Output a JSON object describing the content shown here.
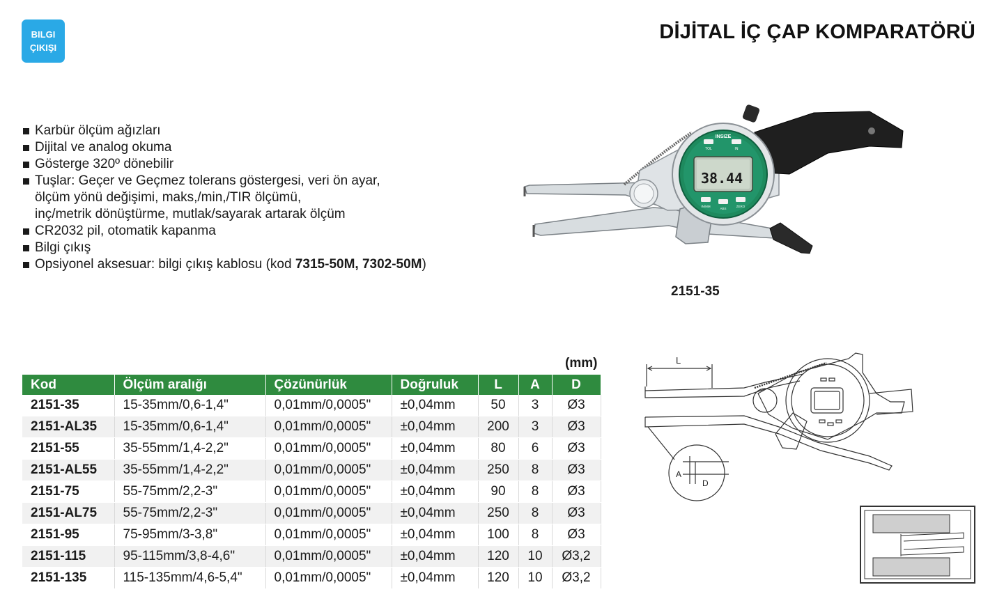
{
  "badge": {
    "line1": "BILGI",
    "line2": "ÇIKIŞI"
  },
  "title": "DİJİTAL İÇ ÇAP KOMPARATÖRÜ",
  "features": {
    "f1": "Karbür ölçüm ağızları",
    "f2": "Dijital ve analog okuma",
    "f3": "Gösterge 320º dönebilir",
    "f4a": "Tuşlar: Geçer ve Geçmez tolerans göstergesi, veri ön ayar,",
    "f4b": "ölçüm yönü değişimi, maks,/min,/TIR ölçümü,",
    "f4c": "inç/metrik dönüştürme, mutlak/sayarak artarak ölçüm",
    "f5": "CR2032 pil, otomatik kapanma",
    "f6": "Bilgi çıkış",
    "f7_prefix": "Opsiyonel aksesuar: bilgi çıkış kablosu (kod ",
    "f7_bold": "7315-50M, 7302-50M",
    "f7_suffix": ")"
  },
  "photo": {
    "caption": "2151-35",
    "display_reading": "38.44",
    "dial_brand": "INSIZE",
    "btn_tol": "TOL",
    "btn_in": "IN",
    "btn_inmm": "IN/MM",
    "btn_abs": "ABS",
    "btn_zero": "ZERO"
  },
  "table": {
    "unit": "(mm)",
    "headers": {
      "kod": "Kod",
      "range": "Ölçüm aralığı",
      "res": "Çözünürlük",
      "acc": "Doğruluk",
      "l": "L",
      "a": "A",
      "d": "D"
    },
    "rows": [
      {
        "kod": "2151-35",
        "range": "15-35mm/0,6-1,4\"",
        "res": "0,01mm/0,0005\"",
        "acc": "±0,04mm",
        "l": "50",
        "a": "3",
        "d": "Ø3"
      },
      {
        "kod": "2151-AL35",
        "range": "15-35mm/0,6-1,4\"",
        "res": "0,01mm/0,0005\"",
        "acc": "±0,04mm",
        "l": "200",
        "a": "3",
        "d": "Ø3"
      },
      {
        "kod": "2151-55",
        "range": "35-55mm/1,4-2,2\"",
        "res": "0,01mm/0,0005\"",
        "acc": "±0,04mm",
        "l": "80",
        "a": "6",
        "d": "Ø3"
      },
      {
        "kod": "2151-AL55",
        "range": "35-55mm/1,4-2,2\"",
        "res": "0,01mm/0,0005\"",
        "acc": "±0,04mm",
        "l": "250",
        "a": "8",
        "d": "Ø3"
      },
      {
        "kod": "2151-75",
        "range": "55-75mm/2,2-3\"",
        "res": "0,01mm/0,0005\"",
        "acc": "±0,04mm",
        "l": "90",
        "a": "8",
        "d": "Ø3"
      },
      {
        "kod": "2151-AL75",
        "range": "55-75mm/2,2-3\"",
        "res": "0,01mm/0,0005\"",
        "acc": "±0,04mm",
        "l": "250",
        "a": "8",
        "d": "Ø3"
      },
      {
        "kod": "2151-95",
        "range": "75-95mm/3-3,8\"",
        "res": "0,01mm/0,0005\"",
        "acc": "±0,04mm",
        "l": "100",
        "a": "8",
        "d": "Ø3"
      },
      {
        "kod": "2151-115",
        "range": "95-115mm/3,8-4,6\"",
        "res": "0,01mm/0,0005\"",
        "acc": "±0,04mm",
        "l": "120",
        "a": "10",
        "d": "Ø3,2"
      },
      {
        "kod": "2151-135",
        "range": "115-135mm/4,6-5,4\"",
        "res": "0,01mm/0,0005\"",
        "acc": "±0,04mm",
        "l": "120",
        "a": "10",
        "d": "Ø3,2"
      }
    ]
  },
  "diagram": {
    "label_l": "L",
    "label_a": "A",
    "label_d": "D"
  },
  "colors": {
    "header_green": "#2f8b3f",
    "badge_blue": "#2aa9e6",
    "dial_green": "#1e8a5e"
  }
}
